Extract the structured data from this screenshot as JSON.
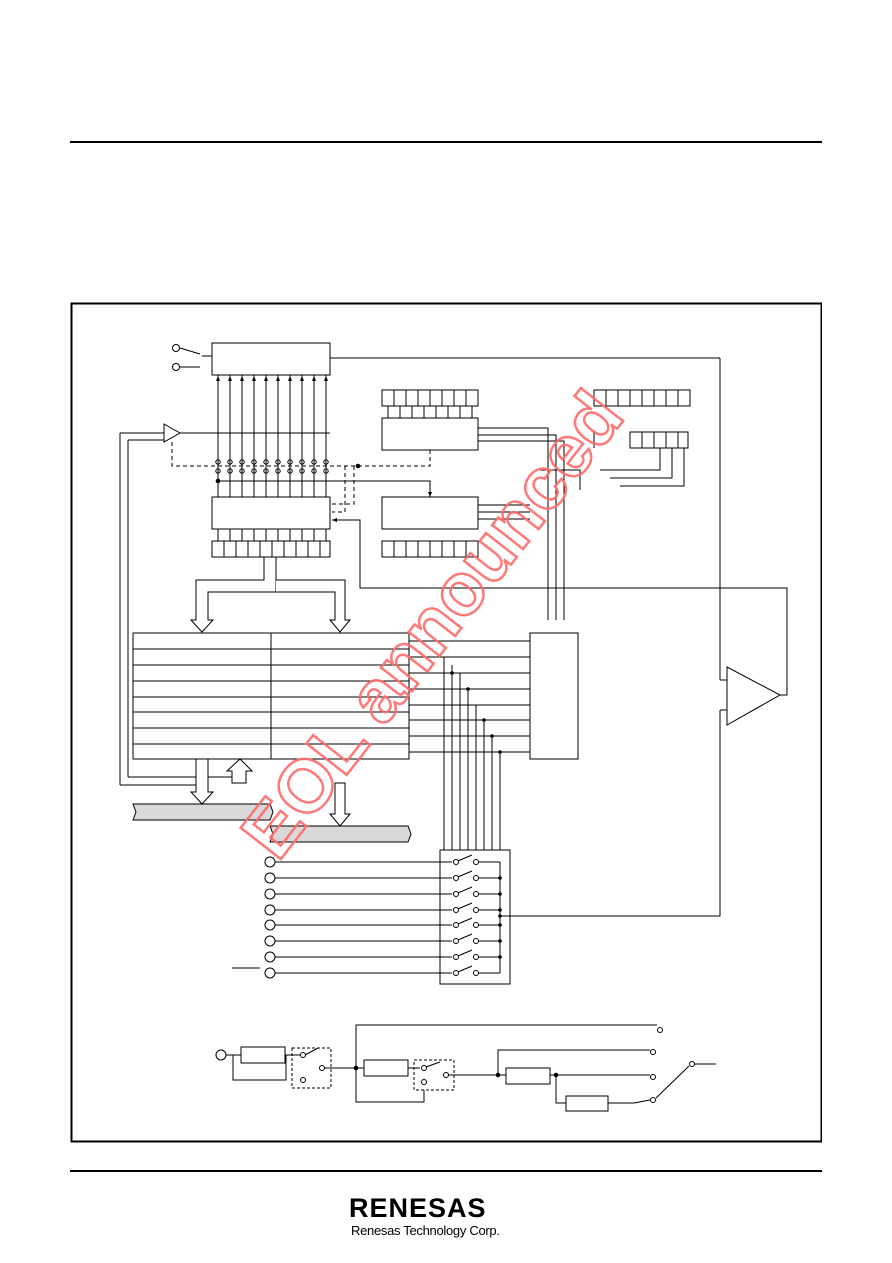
{
  "watermark": {
    "text": "EOL announced",
    "color": "#ff6b6b"
  },
  "footer": {
    "logo_text": "RENESAS",
    "company_name": "Renesas Technology Corp."
  },
  "colors": {
    "line": "#000000",
    "bus_fill": "#d9d9d9",
    "background": "#ffffff"
  }
}
